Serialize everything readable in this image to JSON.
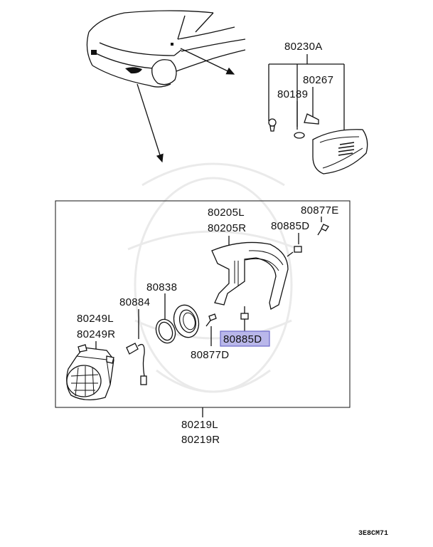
{
  "parts": {
    "p80230A": "80230A",
    "p80267": "80267",
    "p80189": "80189",
    "p80205L": "80205L",
    "p80205R": "80205R",
    "p80877E": "80877E",
    "p80885D_top": "80885D",
    "p80838": "80838",
    "p80884": "80884",
    "p80249L": "80249L",
    "p80249R": "80249R",
    "p80885D_hl": "80885D",
    "p80877D": "80877D",
    "p80219L": "80219L",
    "p80219R": "80219R"
  },
  "highlight_color": "#b9b7ea",
  "diagram_code": "3E8CM71"
}
